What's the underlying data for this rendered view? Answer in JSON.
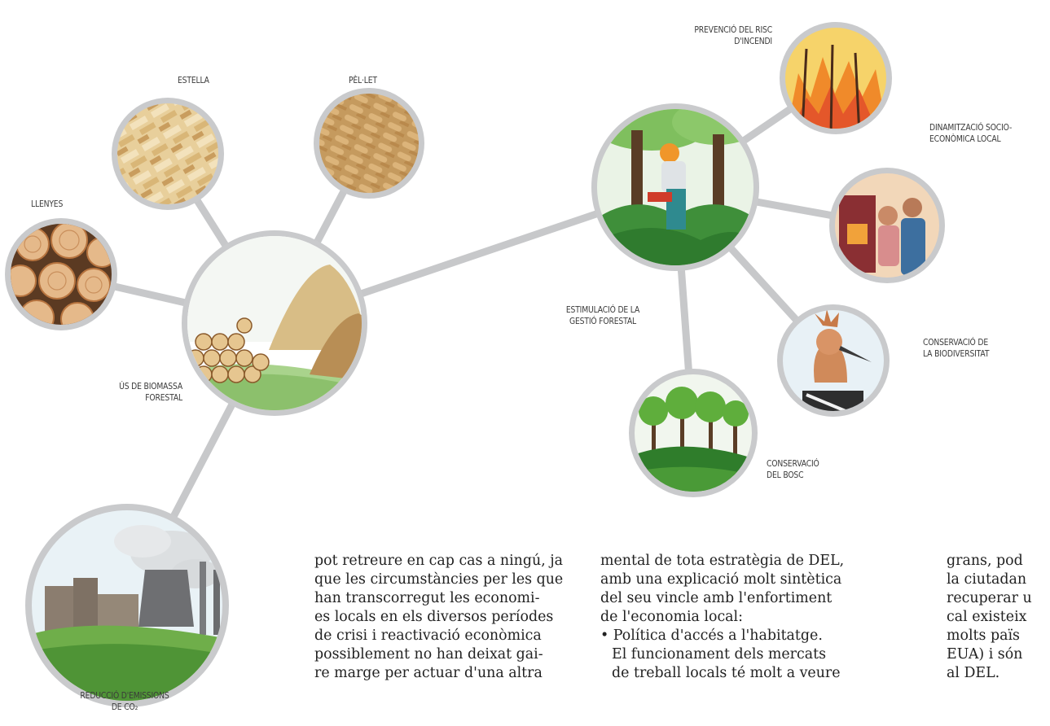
{
  "labels": {
    "llenyes": "LLENYES",
    "estella": "ESTELLA",
    "pellet": "PÈL·LET",
    "us_biomassa_1": "ÚS DE BIOMASSA",
    "us_biomassa_2": "FORESTAL",
    "reduccio_1": "REDUCCIÓ D'EMISSIONS",
    "reduccio_2": "DE CO₂",
    "prevencio_1": "PREVENCIÓ DEL RISC",
    "prevencio_2": "D'INCENDI",
    "dinamitzacio_1": "DINAMITZACIÓ SOCIO-",
    "dinamitzacio_2": "ECONÒMICA LOCAL",
    "estimulacio_1": "ESTIMULACIÓ DE LA",
    "estimulacio_2": "GESTIÓ FORESTAL",
    "biodiversitat_1": "CONSERVACIÓ DE",
    "biodiversitat_2": "LA BIODIVERSITAT",
    "bosc_1": "CONSERVACIÓ",
    "bosc_2": "DEL BOSC"
  },
  "text": {
    "col1": [
      "pot retreure en cap cas a ningú, ja",
      "que les circumstàncies per les que",
      "han transcorregut les economi-",
      "es locals en els diversos períodes",
      "de crisi i reactivació econòmica",
      "possiblement no han deixat gai-",
      "re marge per actuar d'una altra"
    ],
    "col2": [
      "mental de tota estratègia de DEL,",
      "amb una explicació molt sintètica",
      "del seu vincle amb l'enfortiment",
      "de l'economia local:",
      "• Política d'accés a l'habitatge.",
      "El funcionament dels mercats",
      "de treball locals té molt a veure"
    ],
    "col3": [
      "grans, pod",
      "la ciutadan",
      "recuperar u",
      "cal existeix",
      "molts païs",
      "EUA) i són",
      "al DEL."
    ]
  },
  "colors": {
    "connector": "#c7c8ca",
    "ring": "#c9cacc",
    "label": "#3a3a3a",
    "body_text": "#222222"
  }
}
